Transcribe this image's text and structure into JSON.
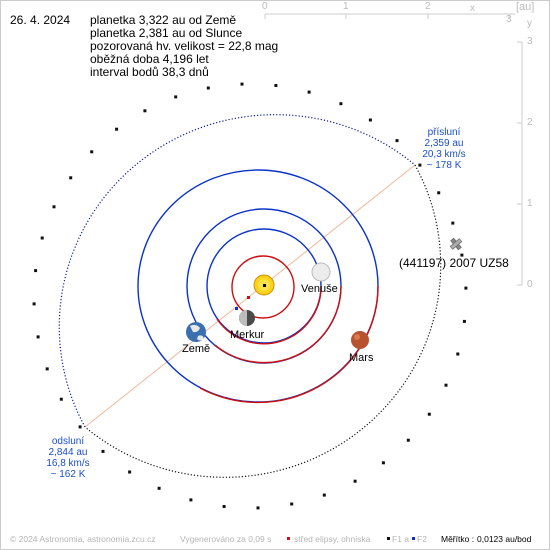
{
  "date": "26. 4. 2024",
  "info_lines": [
    "planetka 3,322 au od Země",
    "planetka 2,381 au od Slunce",
    "pozorovaná hv. velikost = 22,8 mag",
    "oběžná doba 4,196 let",
    "interval bodů 38,3 dnů"
  ],
  "scale_top": {
    "unit": "[au]",
    "axis_symbol": "x",
    "ticks": [
      "0",
      "1",
      "2",
      "3"
    ]
  },
  "scale_right": {
    "axis_symbol": "y",
    "ticks": [
      "3",
      "2",
      "1",
      "0"
    ]
  },
  "perihelion": {
    "label": "přísluní",
    "distance": "2,359 au",
    "speed": "20,3 km/s",
    "temperature": "~ 178 K"
  },
  "aphelion": {
    "label": "odsluní",
    "distance": "2,844 au",
    "speed": "16,8 km/s",
    "temperature": "~ 162 K"
  },
  "asteroid_name": "(441197) 2007 UZ58",
  "planets": {
    "mercury": "Merkur",
    "venus": "Venuše",
    "earth": "Země",
    "mars": "Mars"
  },
  "footer": {
    "copyright": "© 2024 Astronomia, astronomia.zcu.cz",
    "generated": "Vygenerováno za 0,09 s",
    "legend_center": "střed elipsy, ohniska",
    "legend_f1": "F1 a",
    "legend_f2": "F2",
    "scale_label": "Měřítko :",
    "scale_value": "0,0123 au/bod"
  },
  "colors": {
    "orbit_blue": "#0a32c8",
    "orbit_red": "#cc1010",
    "apsides_line": "#f2b89a",
    "asteroid_orbit": "#0a1a9a",
    "label_blue": "#1a4ecc",
    "sun": "#ffd21a",
    "mars": "#b8522e",
    "venus": "#e8e8e8",
    "mercury": "#555555",
    "earth": "#3a6fb0"
  }
}
